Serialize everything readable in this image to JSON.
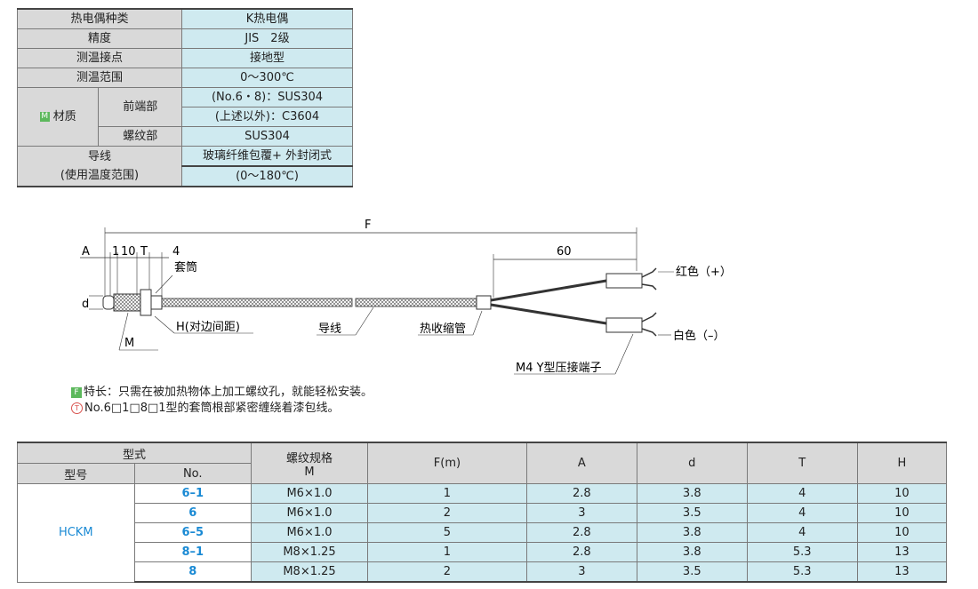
{
  "spec_table": {
    "rows": [
      {
        "label": "热电偶种类",
        "value": "K热电偶"
      },
      {
        "label": "精度",
        "value": "JIS　2级"
      },
      {
        "label": "测温接点",
        "value": "接地型"
      },
      {
        "label": "测温范围",
        "value": "0～300℃"
      }
    ],
    "material": {
      "badge": "M",
      "label": "材质",
      "front_label": "前端部",
      "front_value_1": "(No.6・8)：SUS304",
      "front_value_2": "(上述以外)：C3604",
      "thread_label": "螺纹部",
      "thread_value": "SUS304"
    },
    "lead": {
      "label_1": "导线",
      "label_2": "(使用温度范围)",
      "value_1": "玻璃纤维包覆+ 外封闭式",
      "value_2": "(0～180℃)"
    }
  },
  "drawing": {
    "dim_F": "F",
    "dim_60": "60",
    "dim_A": "A",
    "dim_1": "1",
    "dim_10": "10",
    "dim_T": "T",
    "dim_4": "4",
    "dim_d": "d",
    "label_sleeve": "套筒",
    "label_H": "H(对边间距)",
    "label_M": "M",
    "label_wire": "导线",
    "label_shrink": "热收缩管",
    "label_red": "红色（+）",
    "label_white": "白色（–）",
    "label_terminal": "M4 Y型压接端子"
  },
  "notes": {
    "note1_badge": "F",
    "note1": "特长：只需在被加热物体上加工螺纹孔，就能轻松安装。",
    "note2_badge": "T",
    "note2": "No.6□1□8□1型的套筒根部紧密缠绕着漆包线。"
  },
  "main_table": {
    "header_type": "型式",
    "header_model": "型号",
    "header_no": "No.",
    "header_thread_1": "螺纹规格",
    "header_thread_2": "M",
    "header_F": "F(m)",
    "header_A": "A",
    "header_d": "d",
    "header_T": "T",
    "header_H": "H",
    "model": "HCKM",
    "rows": [
      {
        "no": "6–1",
        "m": "M6×1.0",
        "f": "1",
        "a": "2.8",
        "d": "3.8",
        "t": "4",
        "h": "10"
      },
      {
        "no": "6",
        "m": "M6×1.0",
        "f": "2",
        "a": "3",
        "d": "3.5",
        "t": "4",
        "h": "10"
      },
      {
        "no": "6–5",
        "m": "M6×1.0",
        "f": "5",
        "a": "2.8",
        "d": "3.8",
        "t": "4",
        "h": "10"
      },
      {
        "no": "8–1",
        "m": "M8×1.25",
        "f": "1",
        "a": "2.8",
        "d": "3.8",
        "t": "5.3",
        "h": "13"
      },
      {
        "no": "8",
        "m": "M8×1.25",
        "f": "2",
        "a": "3",
        "d": "3.5",
        "t": "5.3",
        "h": "13"
      }
    ]
  }
}
